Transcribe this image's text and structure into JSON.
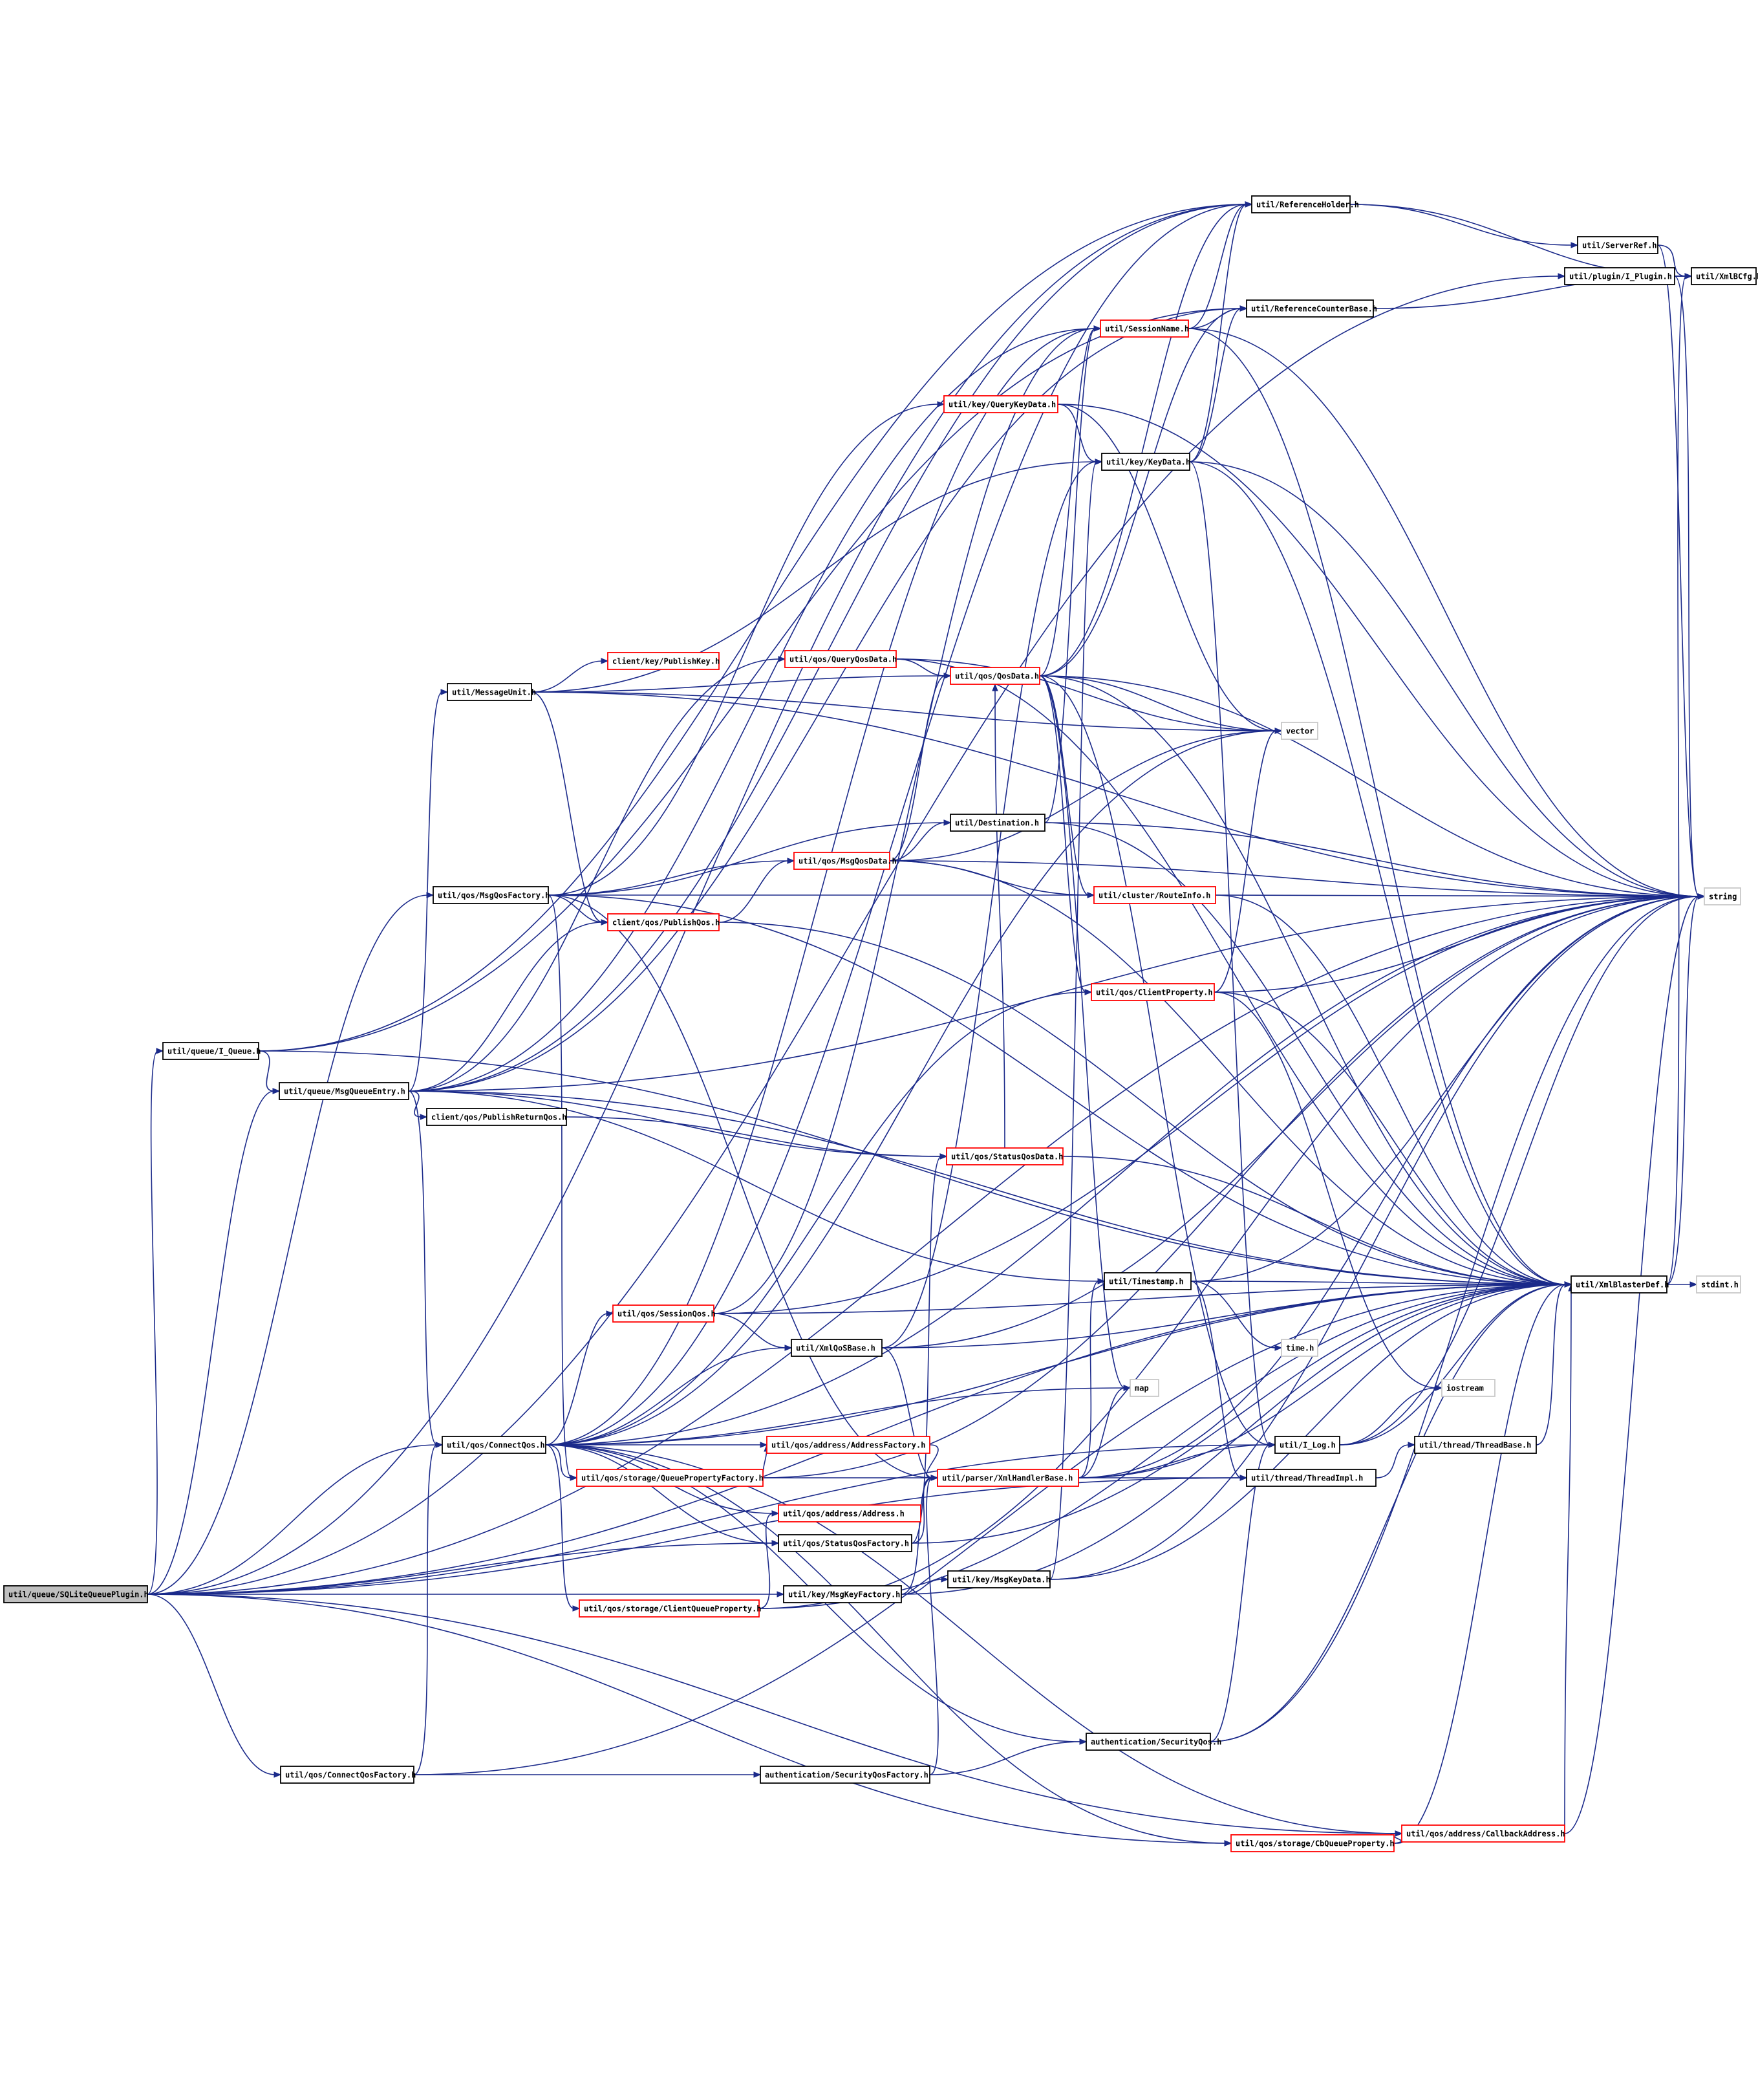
{
  "nodes": [
    {
      "id": "root",
      "label": "util/queue/SQLiteQueuePlugin.h",
      "border": "root"
    },
    {
      "id": "iqueue",
      "label": "util/queue/I_Queue.h",
      "border": "black"
    },
    {
      "id": "mqe",
      "label": "util/queue/MsgQueueEntry.h",
      "border": "black"
    },
    {
      "id": "msgunit",
      "label": "util/MessageUnit.h",
      "border": "black"
    },
    {
      "id": "pubkey",
      "label": "client/key/PublishKey.h",
      "border": "red"
    },
    {
      "id": "mqfac",
      "label": "util/qos/MsgQosFactory.h",
      "border": "black"
    },
    {
      "id": "pubqos",
      "label": "client/qos/PublishQos.h",
      "border": "red"
    },
    {
      "id": "pubret",
      "label": "client/qos/PublishReturnQos.h",
      "border": "black"
    },
    {
      "id": "connqos",
      "label": "util/qos/ConnectQos.h",
      "border": "black"
    },
    {
      "id": "connfac",
      "label": "util/qos/ConnectQosFactory.h",
      "border": "black"
    },
    {
      "id": "refholder",
      "label": "util/ReferenceHolder.h",
      "border": "black"
    },
    {
      "id": "serverref",
      "label": "util/ServerRef.h",
      "border": "black"
    },
    {
      "id": "iplugin",
      "label": "util/plugin/I_Plugin.h",
      "border": "black"
    },
    {
      "id": "xmlbcfg",
      "label": "util/XmlBCfg.h",
      "border": "black"
    },
    {
      "id": "refcounter",
      "label": "util/ReferenceCounterBase.h",
      "border": "black"
    },
    {
      "id": "sessname",
      "label": "util/SessionName.h",
      "border": "red"
    },
    {
      "id": "querykey",
      "label": "util/key/QueryKeyData.h",
      "border": "red"
    },
    {
      "id": "keydata",
      "label": "util/key/KeyData.h",
      "border": "black"
    },
    {
      "id": "queryqos",
      "label": "util/qos/QueryQosData.h",
      "border": "red"
    },
    {
      "id": "qosdata",
      "label": "util/qos/QosData.h",
      "border": "red"
    },
    {
      "id": "vector",
      "label": "vector",
      "border": "gray"
    },
    {
      "id": "dest",
      "label": "util/Destination.h",
      "border": "black"
    },
    {
      "id": "msgqos",
      "label": "util/qos/MsgQosData.h",
      "border": "red"
    },
    {
      "id": "routeinfo",
      "label": "util/cluster/RouteInfo.h",
      "border": "red"
    },
    {
      "id": "string",
      "label": "string",
      "border": "gray"
    },
    {
      "id": "clientprop",
      "label": "util/qos/ClientProperty.h",
      "border": "red"
    },
    {
      "id": "statusqos",
      "label": "util/qos/StatusQosData.h",
      "border": "red"
    },
    {
      "id": "xmlbdef",
      "label": "util/XmlBlasterDef.h",
      "border": "black"
    },
    {
      "id": "stdint",
      "label": "stdint.h",
      "border": "gray"
    },
    {
      "id": "timestamp",
      "label": "util/Timestamp.h",
      "border": "black"
    },
    {
      "id": "sessqos",
      "label": "util/qos/SessionQos.h",
      "border": "red"
    },
    {
      "id": "timeh",
      "label": "time.h",
      "border": "gray"
    },
    {
      "id": "xmlqosbase",
      "label": "util/XmlQoSBase.h",
      "border": "black"
    },
    {
      "id": "map",
      "label": "map",
      "border": "gray"
    },
    {
      "id": "iostream",
      "label": "iostream",
      "border": "gray"
    },
    {
      "id": "addrfac",
      "label": "util/qos/address/AddressFactory.h",
      "border": "red"
    },
    {
      "id": "ilog",
      "label": "util/I_Log.h",
      "border": "black"
    },
    {
      "id": "threadbase",
      "label": "util/thread/ThreadBase.h",
      "border": "black"
    },
    {
      "id": "queuepropfac",
      "label": "util/qos/storage/QueuePropertyFactory.h",
      "border": "red"
    },
    {
      "id": "xmlhandler",
      "label": "util/parser/XmlHandlerBase.h",
      "border": "red"
    },
    {
      "id": "threadimpl",
      "label": "util/thread/ThreadImpl.h",
      "border": "black"
    },
    {
      "id": "address",
      "label": "util/qos/address/Address.h",
      "border": "red"
    },
    {
      "id": "statusfac",
      "label": "util/qos/StatusQosFactory.h",
      "border": "black"
    },
    {
      "id": "msgkeyfac",
      "label": "util/key/MsgKeyFactory.h",
      "border": "black"
    },
    {
      "id": "msgkeydata",
      "label": "util/key/MsgKeyData.h",
      "border": "black"
    },
    {
      "id": "clientqprop",
      "label": "util/qos/storage/ClientQueueProperty.h",
      "border": "red"
    },
    {
      "id": "secqos",
      "label": "authentication/SecurityQos.h",
      "border": "black"
    },
    {
      "id": "secfac",
      "label": "authentication/SecurityQosFactory.h",
      "border": "black"
    },
    {
      "id": "cbqprop",
      "label": "util/qos/storage/CbQueueProperty.h",
      "border": "red"
    },
    {
      "id": "cbaddr",
      "label": "util/qos/address/CallbackAddress.h",
      "border": "red"
    }
  ],
  "edges": [
    [
      "root",
      "iqueue"
    ],
    [
      "root",
      "mqe"
    ],
    [
      "root",
      "mqfac"
    ],
    [
      "root",
      "connqos"
    ],
    [
      "root",
      "connfac"
    ],
    [
      "root",
      "statusfac"
    ],
    [
      "root",
      "msgkeyfac"
    ],
    [
      "root",
      "xmlbdef"
    ],
    [
      "root",
      "string"
    ],
    [
      "root",
      "refholder"
    ],
    [
      "root",
      "iplugin"
    ],
    [
      "root",
      "ilog"
    ],
    [
      "root",
      "threadimpl"
    ],
    [
      "root",
      "cbqprop"
    ],
    [
      "root",
      "cbaddr"
    ],
    [
      "iqueue",
      "mqe"
    ],
    [
      "iqueue",
      "refholder"
    ],
    [
      "iqueue",
      "refcounter"
    ],
    [
      "iqueue",
      "xmlbdef"
    ],
    [
      "mqe",
      "msgunit"
    ],
    [
      "mqe",
      "pubret"
    ],
    [
      "mqe",
      "connqos"
    ],
    [
      "mqe",
      "pubqos"
    ],
    [
      "mqe",
      "queryqos"
    ],
    [
      "mqe",
      "statusqos"
    ],
    [
      "mqe",
      "timestamp"
    ],
    [
      "mqe",
      "xmlbdef"
    ],
    [
      "mqe",
      "string"
    ],
    [
      "mqe",
      "refholder"
    ],
    [
      "mqe",
      "refcounter"
    ],
    [
      "mqe",
      "sessname"
    ],
    [
      "msgunit",
      "pubkey"
    ],
    [
      "msgunit",
      "qosdata"
    ],
    [
      "msgunit",
      "vector"
    ],
    [
      "msgunit",
      "pubqos"
    ],
    [
      "msgunit",
      "keydata"
    ],
    [
      "msgunit",
      "string"
    ],
    [
      "mqfac",
      "msgqos"
    ],
    [
      "mqfac",
      "dest"
    ],
    [
      "mqfac",
      "routeinfo"
    ],
    [
      "mqfac",
      "pubqos"
    ],
    [
      "mqfac",
      "querykey"
    ],
    [
      "mqfac",
      "xmlhandler"
    ],
    [
      "mqfac",
      "queuepropfac"
    ],
    [
      "mqfac",
      "xmlbdef"
    ],
    [
      "pubqos",
      "msgqos"
    ],
    [
      "pubqos",
      "xmlbdef"
    ],
    [
      "pubret",
      "statusqos"
    ],
    [
      "connqos",
      "sessqos"
    ],
    [
      "connqos",
      "xmlqosbase"
    ],
    [
      "connqos",
      "map"
    ],
    [
      "connqos",
      "addrfac"
    ],
    [
      "connqos",
      "queuepropfac"
    ],
    [
      "connqos",
      "address"
    ],
    [
      "connqos",
      "clientqprop"
    ],
    [
      "connqos",
      "secqos"
    ],
    [
      "connqos",
      "cbqprop"
    ],
    [
      "connqos",
      "cbaddr"
    ],
    [
      "connqos",
      "clientprop"
    ],
    [
      "connqos",
      "xmlbdef"
    ],
    [
      "connqos",
      "string"
    ],
    [
      "connqos",
      "refholder"
    ],
    [
      "connqos",
      "sessname"
    ],
    [
      "connqos",
      "vector"
    ],
    [
      "connqos",
      "statusfac"
    ],
    [
      "connfac",
      "connqos"
    ],
    [
      "connfac",
      "secfac"
    ],
    [
      "connfac",
      "xmlbdef"
    ],
    [
      "refholder",
      "serverref"
    ],
    [
      "refholder",
      "xmlbcfg"
    ],
    [
      "serverref",
      "xmlbcfg"
    ],
    [
      "serverref",
      "string"
    ],
    [
      "iplugin",
      "string"
    ],
    [
      "iplugin",
      "xmlbcfg"
    ],
    [
      "refcounter",
      "xmlbcfg"
    ],
    [
      "sessname",
      "refholder"
    ],
    [
      "sessname",
      "refcounter"
    ],
    [
      "sessname",
      "xmlbdef"
    ],
    [
      "sessname",
      "string"
    ],
    [
      "querykey",
      "keydata"
    ],
    [
      "querykey",
      "string"
    ],
    [
      "querykey",
      "vector"
    ],
    [
      "keydata",
      "refholder"
    ],
    [
      "keydata",
      "refcounter"
    ],
    [
      "keydata",
      "xmlbdef"
    ],
    [
      "keydata",
      "string"
    ],
    [
      "keydata",
      "ilog"
    ],
    [
      "queryqos",
      "qosdata"
    ],
    [
      "queryqos",
      "vector"
    ],
    [
      "queryqos",
      "xmlbdef"
    ],
    [
      "qosdata",
      "refholder"
    ],
    [
      "qosdata",
      "refcounter"
    ],
    [
      "qosdata",
      "sessname"
    ],
    [
      "qosdata",
      "routeinfo"
    ],
    [
      "qosdata",
      "clientprop"
    ],
    [
      "qosdata",
      "vector"
    ],
    [
      "qosdata",
      "map"
    ],
    [
      "qosdata",
      "xmlbdef"
    ],
    [
      "qosdata",
      "string"
    ],
    [
      "qosdata",
      "ilog"
    ],
    [
      "msgqos",
      "qosdata"
    ],
    [
      "msgqos",
      "dest"
    ],
    [
      "msgqos",
      "routeinfo"
    ],
    [
      "msgqos",
      "vector"
    ],
    [
      "msgqos",
      "xmlbdef"
    ],
    [
      "msgqos",
      "string"
    ],
    [
      "dest",
      "sessname"
    ],
    [
      "dest",
      "xmlbdef"
    ],
    [
      "dest",
      "string"
    ],
    [
      "routeinfo",
      "xmlbdef"
    ],
    [
      "routeinfo",
      "string"
    ],
    [
      "clientprop",
      "xmlbdef"
    ],
    [
      "clientprop",
      "string"
    ],
    [
      "clientprop",
      "iostream"
    ],
    [
      "clientprop",
      "vector"
    ],
    [
      "statusqos",
      "qosdata"
    ],
    [
      "statusqos",
      "xmlbdef"
    ],
    [
      "xmlbdef",
      "stdint"
    ],
    [
      "xmlbdef",
      "string"
    ],
    [
      "xmlbdef",
      "xmlbcfg"
    ],
    [
      "timestamp",
      "xmlbdef"
    ],
    [
      "timestamp",
      "timeh"
    ],
    [
      "timestamp",
      "threadimpl"
    ],
    [
      "timestamp",
      "string"
    ],
    [
      "sessqos",
      "xmlqosbase"
    ],
    [
      "sessqos",
      "sessname"
    ],
    [
      "sessqos",
      "xmlbdef"
    ],
    [
      "sessqos",
      "string"
    ],
    [
      "xmlqosbase",
      "xmlhandler"
    ],
    [
      "xmlqosbase",
      "xmlbdef"
    ],
    [
      "xmlqosbase",
      "keydata"
    ],
    [
      "xmlqosbase",
      "string"
    ],
    [
      "addrfac",
      "xmlhandler"
    ],
    [
      "ilog",
      "iostream"
    ],
    [
      "ilog",
      "xmlbdef"
    ],
    [
      "ilog",
      "string"
    ],
    [
      "threadbase",
      "xmlbdef"
    ],
    [
      "queuepropfac",
      "addrfac"
    ],
    [
      "queuepropfac",
      "xmlhandler"
    ],
    [
      "queuepropfac",
      "string"
    ],
    [
      "xmlhandler",
      "ilog"
    ],
    [
      "xmlhandler",
      "threadimpl"
    ],
    [
      "xmlhandler",
      "map"
    ],
    [
      "xmlhandler",
      "timestamp"
    ],
    [
      "xmlhandler",
      "xmlbdef"
    ],
    [
      "xmlhandler",
      "string"
    ],
    [
      "threadimpl",
      "threadbase"
    ],
    [
      "statusfac",
      "statusqos"
    ],
    [
      "statusfac",
      "xmlhandler"
    ],
    [
      "statusfac",
      "xmlbdef"
    ],
    [
      "msgkeyfac",
      "msgkeydata"
    ],
    [
      "msgkeyfac",
      "xmlhandler"
    ],
    [
      "msgkeyfac",
      "xmlbdef"
    ],
    [
      "msgkeydata",
      "keydata"
    ],
    [
      "msgkeydata",
      "xmlbdef"
    ],
    [
      "msgkeydata",
      "string"
    ],
    [
      "clientqprop",
      "address"
    ],
    [
      "clientqprop",
      "xmlbdef"
    ],
    [
      "clientqprop",
      "string"
    ],
    [
      "secqos",
      "xmlbdef"
    ],
    [
      "secqos",
      "ilog"
    ],
    [
      "secqos",
      "string"
    ],
    [
      "secfac",
      "secqos"
    ],
    [
      "secfac",
      "xmlhandler"
    ],
    [
      "cbqprop",
      "cbaddr"
    ],
    [
      "cbqprop",
      "xmlbdef"
    ],
    [
      "cbaddr",
      "xmlbdef"
    ],
    [
      "cbaddr",
      "string"
    ]
  ]
}
